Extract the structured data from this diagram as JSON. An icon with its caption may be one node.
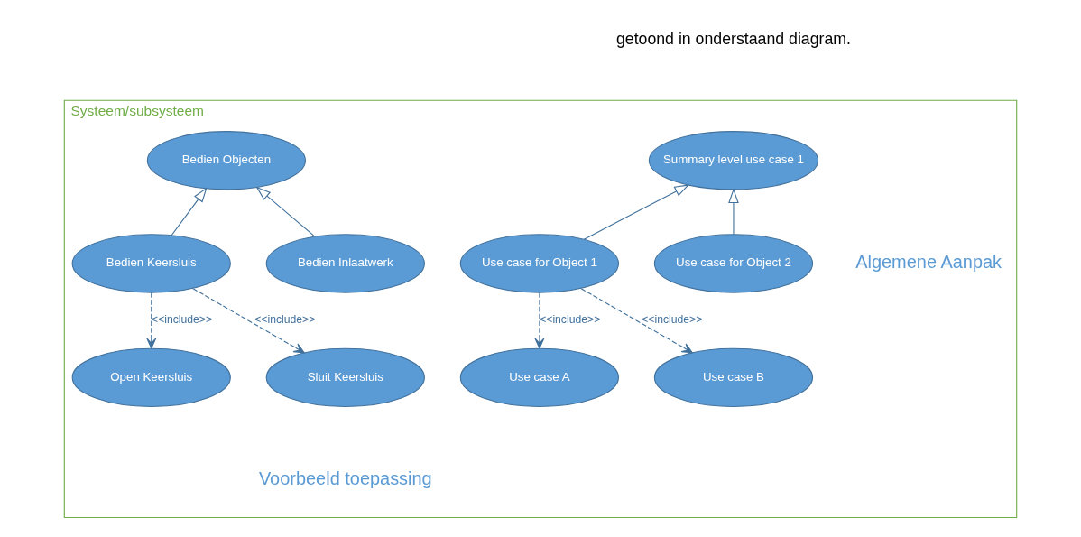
{
  "diagram": {
    "nodes": [
      {
        "text": [
          "Systeem/subsysteem"
        ]
      },
      {
        "text": [
          "Summary level use case 1"
        ],
        "in": 0
      },
      {
        "text": [
          "Bedien Objecten"
        ],
        "in": 0
      },
      {
        "text": [
          "Use case for Object 1"
        ],
        "in": 0
      },
      {
        "text": [
          "Use case for Object 2"
        ],
        "in": 0
      },
      {
        "text": [
          "Bedien Keersluis"
        ],
        "in": 0
      },
      {
        "text": [
          "Bedien Inlaatwerk"
        ],
        "in": 0
      },
      {
        "text": [
          "Use case A"
        ],
        "in": 0
      },
      {
        "text": [
          "Use case B"
        ],
        "in": 0
      },
      {
        "text": [
          "Open Keersluis"
        ],
        "in": 0
      },
      {
        "text": [
          "Sluit Keersluis"
        ],
        "in": 0
      }
    ],
    "edges": [
      {
        "from": 3,
        "to": 1,
        "arrow": "to"
      },
      {
        "from": 4,
        "to": 1,
        "arrow": "to"
      },
      {
        "from": 3,
        "to": 7,
        "arrow": "to",
        "label": "<<include>>",
        "style": "dashed"
      },
      {
        "from": 3,
        "to": 8,
        "arrow": "to",
        "label": "<<include>>",
        "style": "dashed"
      },
      {
        "from": 5,
        "to": 2,
        "arrow": "to"
      },
      {
        "from": 6,
        "to": 2,
        "arrow": "to"
      },
      {
        "from": 5,
        "to": 9,
        "arrow": "to",
        "label": "<<include>>",
        "style": "dashed"
      },
      {
        "from": 5,
        "to": 10,
        "arrow": "to",
        "label": "<<include>>",
        "style": "dashed"
      }
    ],
    "labels": [
      "getoond in onderstaand diagram.",
      "Algemene Aanpak",
      "Voorbeeld toepassing"
    ]
  }
}
